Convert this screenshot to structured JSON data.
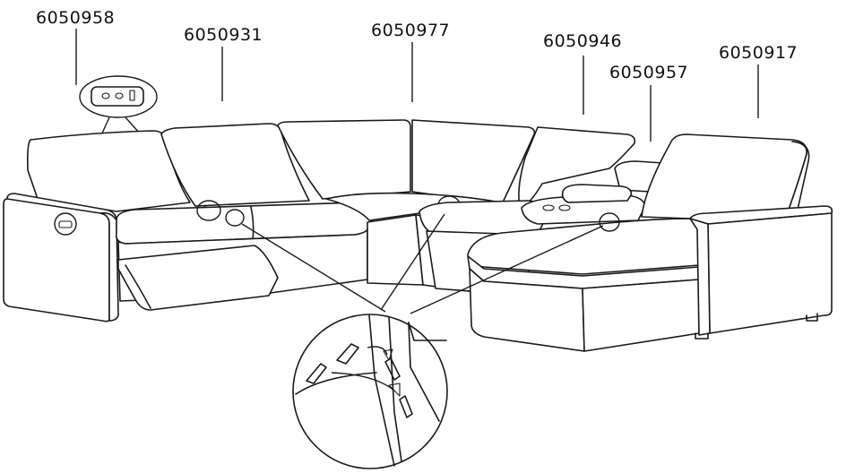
{
  "diagram": {
    "part_labels": [
      {
        "id": "p1",
        "text": "6050958"
      },
      {
        "id": "p2",
        "text": "6050931"
      },
      {
        "id": "p3",
        "text": "6050977"
      },
      {
        "id": "p4",
        "text": "6050946"
      },
      {
        "id": "p5",
        "text": "6050957"
      },
      {
        "id": "p6",
        "text": "6050917"
      }
    ],
    "line_color": "#1a1a1a",
    "background": "#ffffff"
  }
}
